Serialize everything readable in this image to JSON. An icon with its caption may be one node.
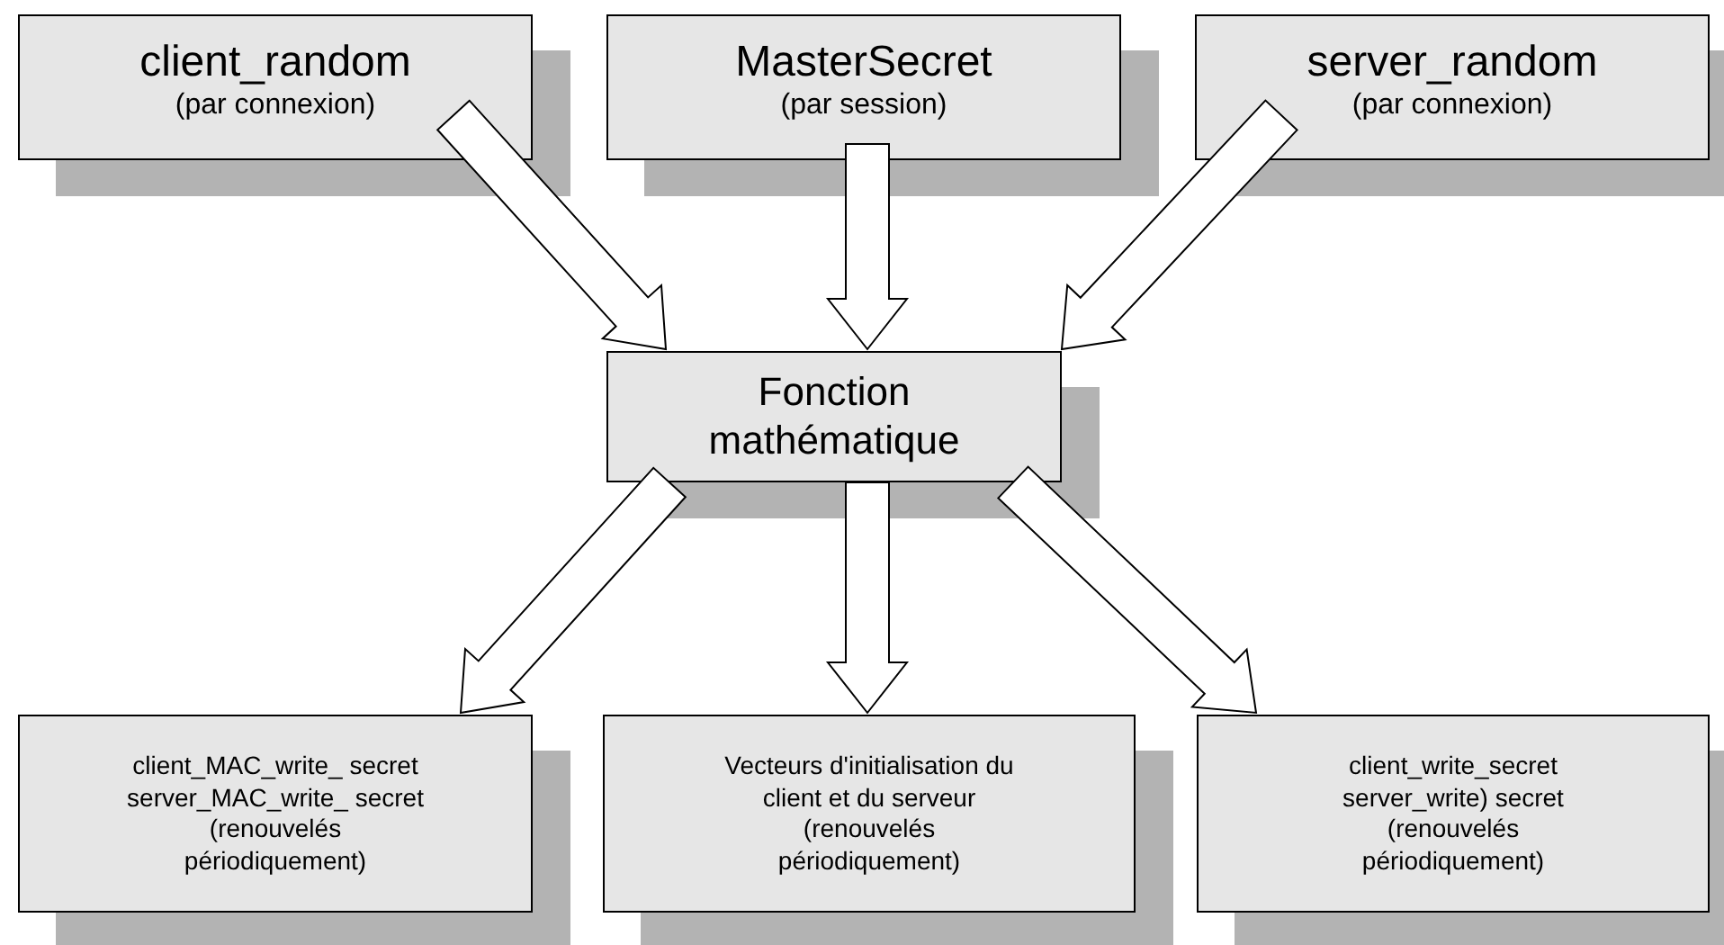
{
  "diagram": {
    "nodes": [
      {
        "text": [
          "client_random",
          "(par connexion)"
        ]
      },
      {
        "text": [
          "MasterSecret",
          "(par session)"
        ]
      },
      {
        "text": [
          "server_random",
          "(par connexion)"
        ]
      },
      {
        "text": [
          "Fonction mathématique"
        ]
      },
      {
        "text": [
          "client_MAC_write_ secret",
          "server_MAC_write_ secret",
          "(renouvelés périodiquement)"
        ]
      },
      {
        "text": [
          "Vecteurs d'initialisation du client et du serveur",
          "(renouvelés périodiquement)"
        ]
      },
      {
        "text": [
          "client_write_secret",
          "server_write) secret",
          "(renouvelés périodiquement)"
        ]
      }
    ],
    "edges": [
      {
        "from": 0,
        "to": 3,
        "arrow": "to"
      },
      {
        "from": 1,
        "to": 3,
        "arrow": "to"
      },
      {
        "from": 2,
        "to": 3,
        "arrow": "to"
      },
      {
        "from": 3,
        "to": 4,
        "arrow": "to"
      },
      {
        "from": 3,
        "to": 5,
        "arrow": "to"
      },
      {
        "from": 3,
        "to": 6,
        "arrow": "to"
      }
    ]
  }
}
